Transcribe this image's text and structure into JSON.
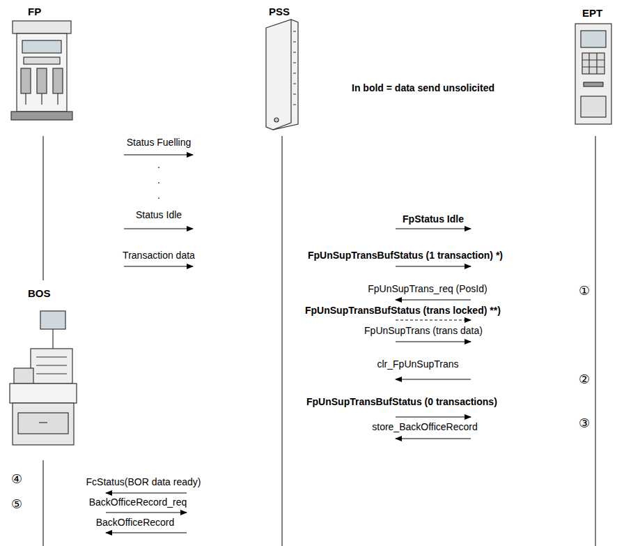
{
  "diagram": {
    "labels": [
      "FP",
      "PSS",
      "EPT",
      "In bold = data send unsolicited",
      "Status Fuelling",
      ".",
      ".",
      ".",
      "Status Idle",
      "FpStatus Idle",
      "Transaction data",
      "FpUnSupTransBufStatus  (1 transaction) *)",
      "FpUnSupTrans_req (PosId)",
      "①",
      "BOS",
      "FpUnSupTransBufStatus (trans locked) **)",
      "FpUnSupTrans (trans data)",
      "clr_FpUnSupTrans",
      "②",
      "FpUnSupTransBufStatus (0 transactions)",
      "store_BackOfficeRecord",
      "③",
      "④",
      "FcStatus(BOR data ready)",
      "BackOfficeRecord_req",
      "⑤",
      "BackOfficeRecord"
    ]
  }
}
